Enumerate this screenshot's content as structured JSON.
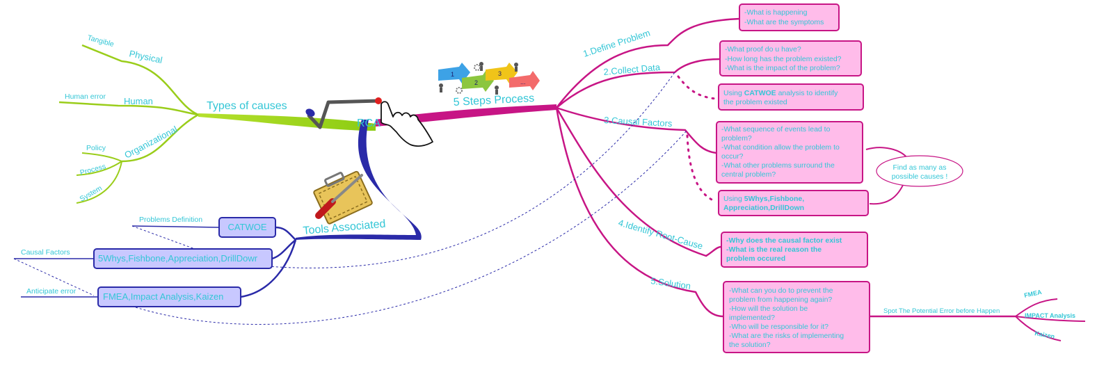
{
  "colors": {
    "magenta": "#c71585",
    "green": "#9acd1a",
    "blue": "#2a2aa8",
    "cyan_text": "#33c6d6",
    "pink_fill": "#ffbcea",
    "lavender_fill": "#c8c8ff"
  },
  "center": {
    "label": "RCA"
  },
  "types": {
    "title": "Types of causes",
    "physical": "Physical",
    "tangible": "Tangible",
    "human": "Human",
    "human_error": "Human error",
    "organizational": "Organizational",
    "policy": "Policy",
    "process": "Process",
    "system": "System"
  },
  "tools": {
    "title": "Tools Associated",
    "catwoe": "CATWOE",
    "whys": "5Whys,Fishbone,Appreciation,DrillDowr",
    "fmea": "FMEA,Impact Analysis,Kaizen",
    "problems_definition": "Problems Definition",
    "causal_factors": "Causal Factors",
    "anticipate_error": "Anticipate error"
  },
  "steps": {
    "title": "5 Steps Process",
    "icons": [
      "1",
      "2",
      "3",
      "..."
    ],
    "define": {
      "label": "1.Define Problem",
      "lines": [
        "-What is happening",
        "-What are the symptoms"
      ]
    },
    "collect": {
      "label": "2.Collect Data",
      "lines": [
        "-What proof do u have?",
        "-How long has the problem existed?",
        "-What is the impact of the problem?"
      ],
      "catwoe_prefix": "Using ",
      "catwoe_bold": "CATWOE",
      "catwoe_suffix": " analysis to identify",
      "catwoe_line2": "the problem existed"
    },
    "causal": {
      "label": "3.Causal Factors",
      "lines": [
        "-What sequence of events lead to",
        "problem?",
        "-What condition allow the problem to",
        "occur?",
        "-What other problems surround the",
        "central problem?"
      ],
      "tools_prefix": "Using ",
      "tools_bold1": "5Whys,Fishbone,",
      "tools_bold2": "Appreciation,DrillDown",
      "callout_line1": "Find as many as",
      "callout_line2": "possible causes !"
    },
    "root": {
      "label": "4.Identify Root-Cause",
      "lines": [
        "-Why does the causal factor exist",
        "-What is the real reason the",
        "problem occured"
      ]
    },
    "solution": {
      "label": "5.Solution",
      "lines": [
        "-What can you do to prevent the",
        "problem from happening again?",
        "-How will the solution be",
        "implemented?",
        "-Who will be responsible for it?",
        "-What are the risks of implementing",
        "the solution?"
      ],
      "spot": "Spot The Potential Error before Happen",
      "fmea": "FMEA",
      "impact": "IMPACT Analysis",
      "kaizen": "Kaizen"
    }
  }
}
